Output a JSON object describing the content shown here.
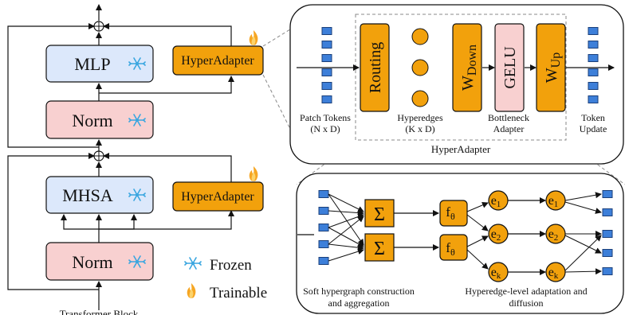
{
  "left": {
    "mlp": "MLP",
    "norm_top": "Norm",
    "mhsa": "MHSA",
    "norm_bottom": "Norm",
    "adapter_top": "HyperAdapter",
    "adapter_bottom": "HyperAdapter",
    "caption": "Transformer Block"
  },
  "legend": {
    "frozen": "Frozen",
    "trainable": "Trainable"
  },
  "adapter_detail": {
    "routing": "Routing",
    "w_down": "W",
    "w_down_sub": "Down",
    "gelu": "GELU",
    "w_up": "W",
    "w_up_sub": "Up",
    "patch_tokens": "Patch Tokens",
    "patch_tokens_dim": "(N x D)",
    "hyperedges": "Hyperedges",
    "hyperedges_dim": "(K x D)",
    "bottleneck": "Bottleneck",
    "bottleneck_2": "Adapter",
    "token": "Token",
    "token_2": "Update",
    "title": "HyperAdapter"
  },
  "hypergraph_detail": {
    "sigma": "Σ",
    "f": "f",
    "f_sub": "θ",
    "e": "e",
    "e_subs": [
      "1",
      "2",
      "k"
    ],
    "caption_left_1": "Soft hypergraph construction",
    "caption_left_2": "and aggregation",
    "caption_right_1": "Hyperedge-level adaptation and",
    "caption_right_2": "diffusion"
  },
  "colors": {
    "frozen_fill": "#dce8fb",
    "norm_fill": "#f8d0d0",
    "orange": "#f2a10c",
    "blue_token": "#3d7fd9"
  }
}
